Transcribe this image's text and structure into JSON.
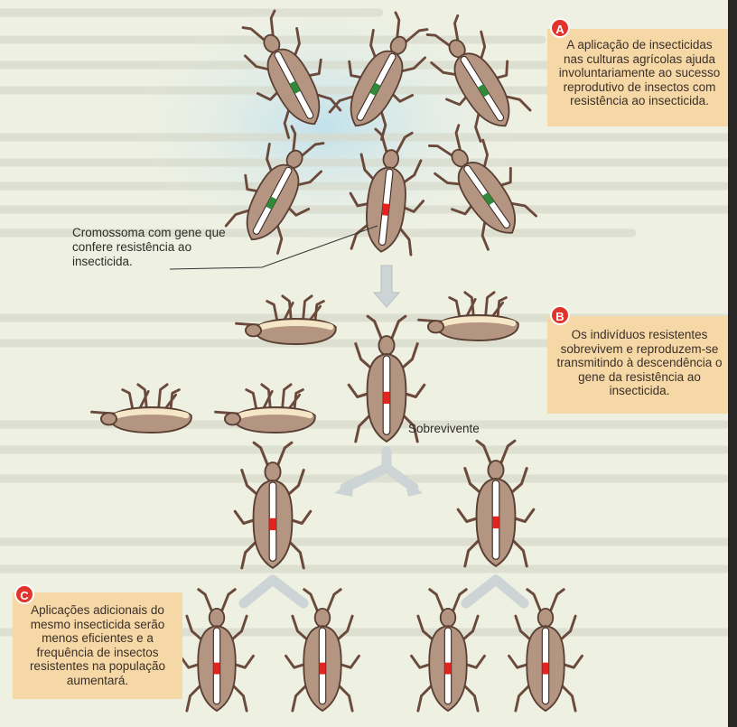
{
  "notes": {
    "a": {
      "badge": "A",
      "text": "A aplicação de insecticidas nas culturas agrícolas ajuda involuntariamente ao sucesso reprodutivo de insectos com resistência ao insecticida."
    },
    "b": {
      "badge": "B",
      "text": "Os indivíduos resistentes sobrevivem e reproduzem-se transmitindo à descendência o gene da resistência ao insecticida."
    },
    "c": {
      "badge": "C",
      "text": "Aplicações adicionais do mesmo insecticida serão menos eficientes e a frequência de insectos resistentes na população aumentará."
    }
  },
  "labels": {
    "chromosome": "Cromossoma com gene que confere resistência ao insecticida.",
    "survivor": "Sobrevivente"
  },
  "colors": {
    "insect_body": "#b49581",
    "insect_outline": "#5a3f33",
    "gene_normal": "#2f8a3a",
    "gene_resistant": "#e2231f",
    "note_bg": "#f6d8a6",
    "badge": "#e2342c",
    "arrow": "#cdd4d6"
  }
}
